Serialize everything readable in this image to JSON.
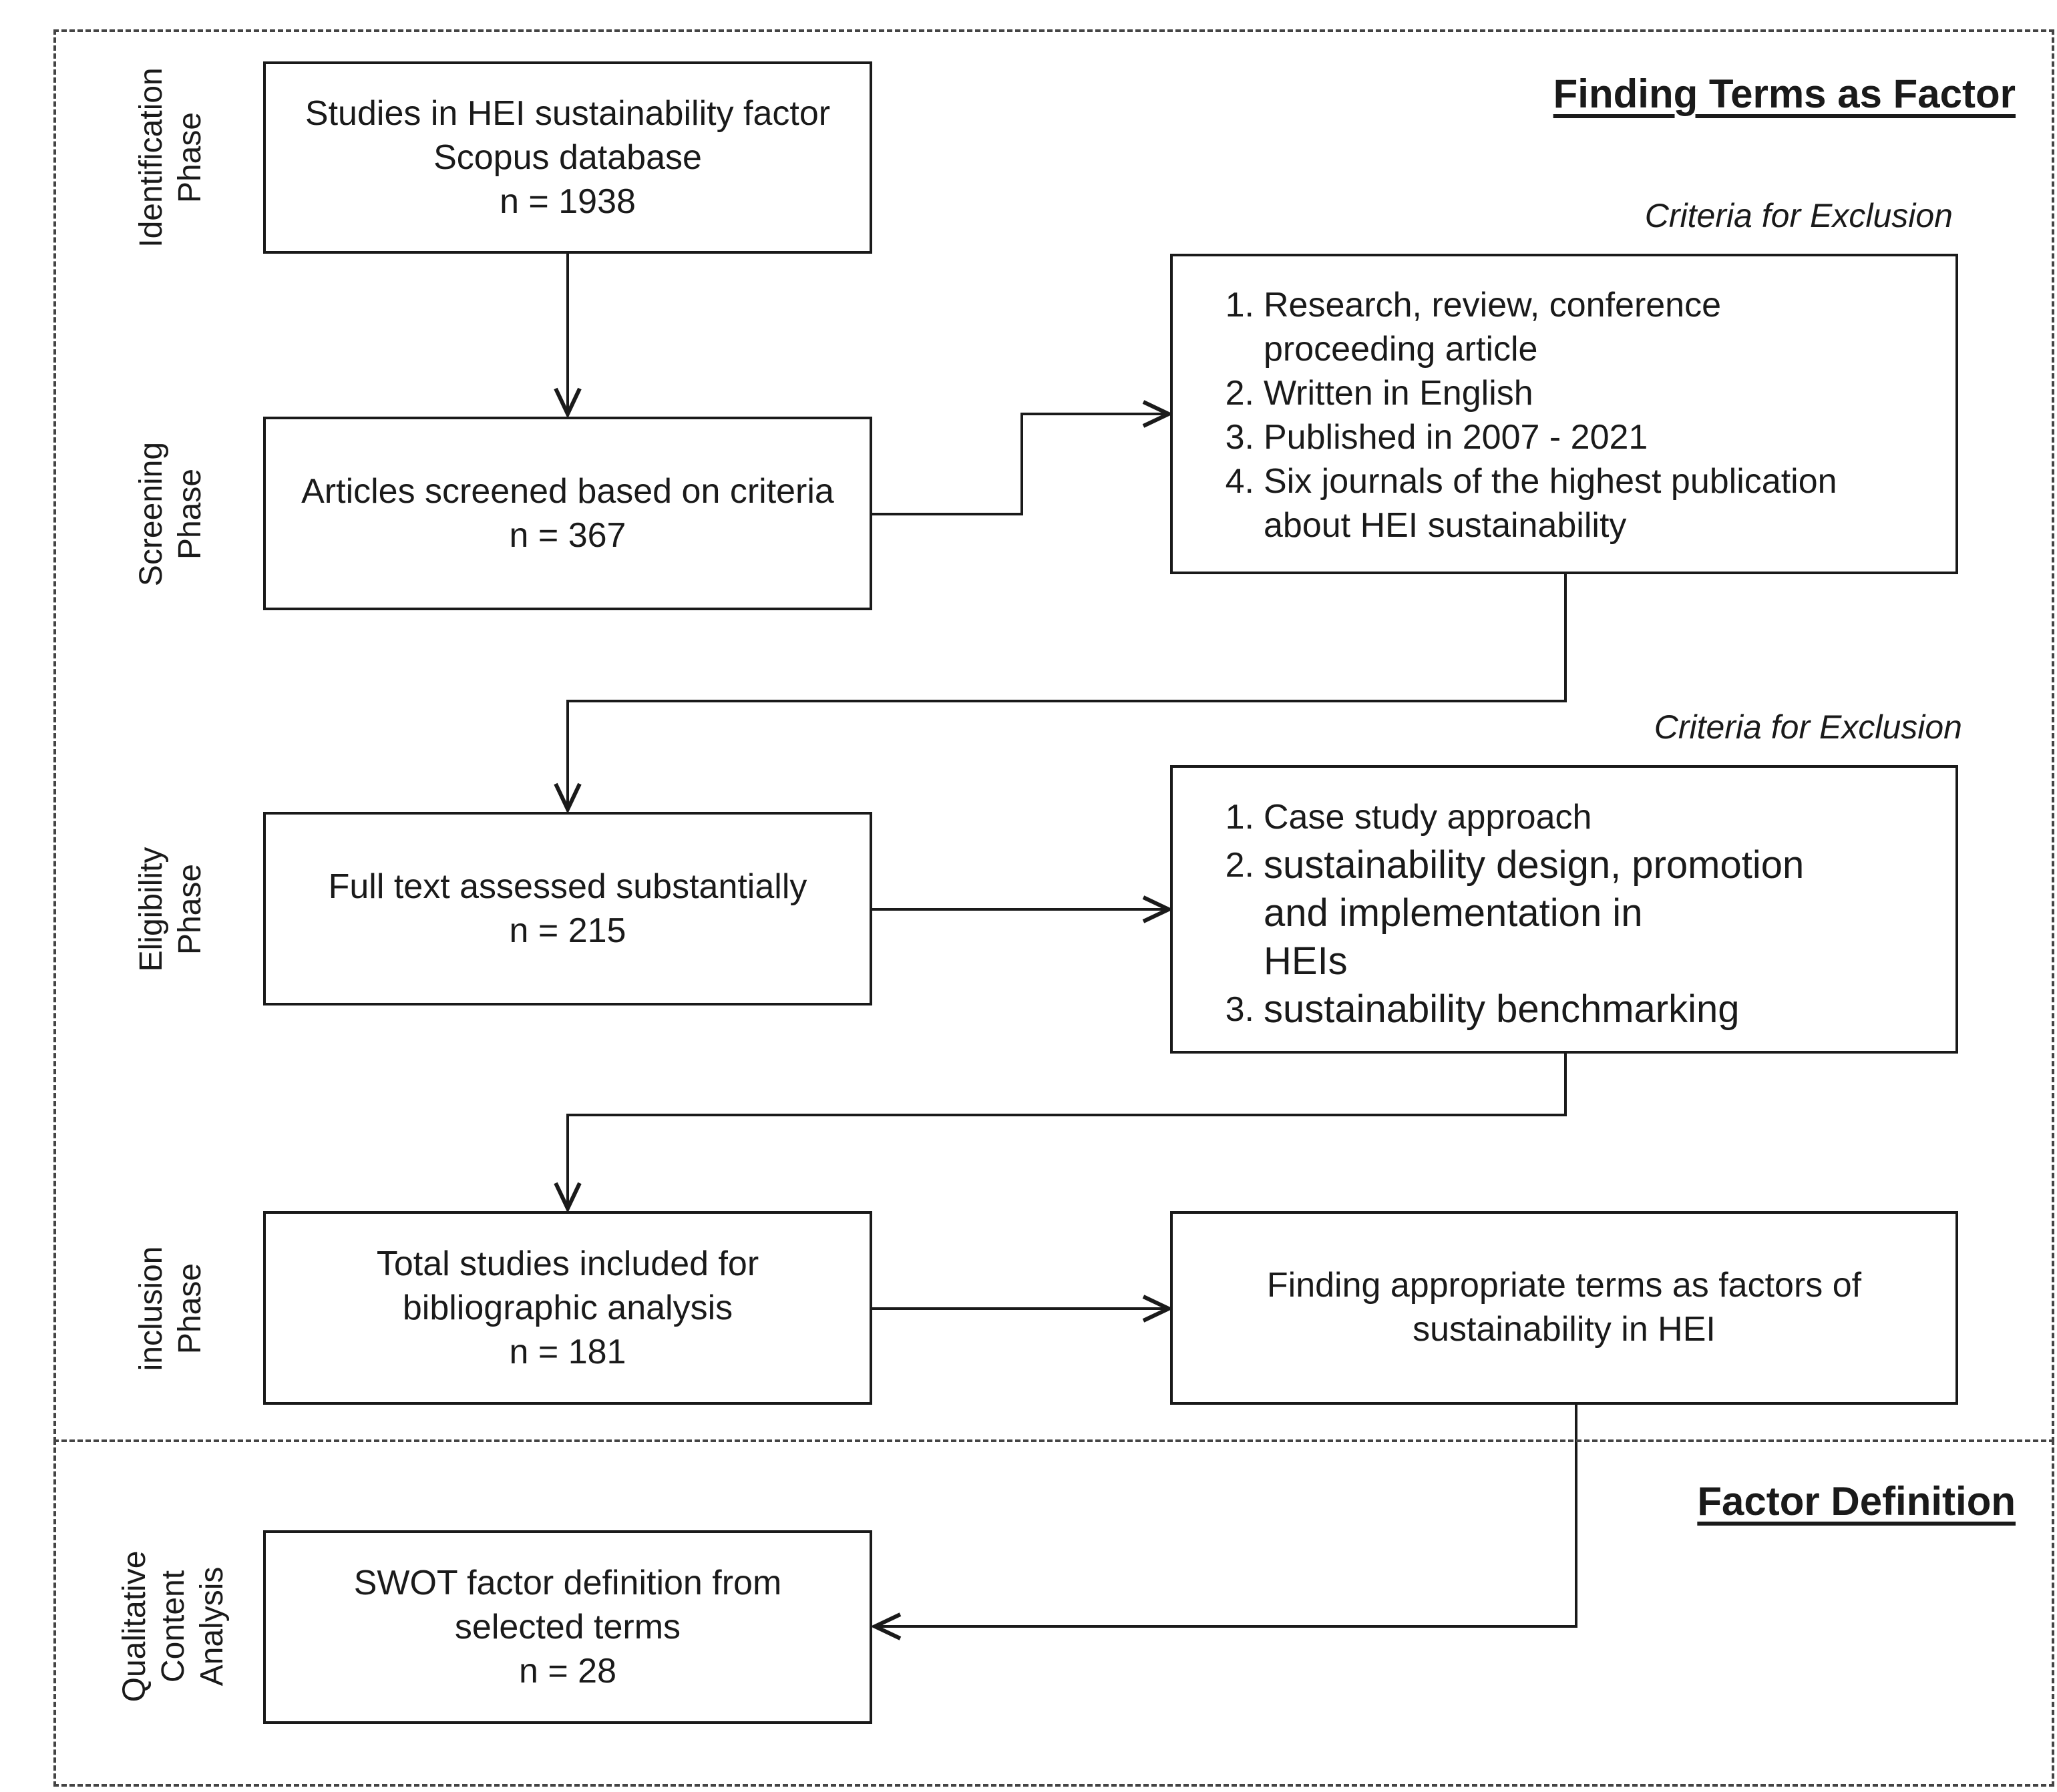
{
  "sections": {
    "finding_terms": {
      "title": "Finding Terms as Factor"
    },
    "factor_definition": {
      "title": "Factor Definition"
    }
  },
  "phases": [
    {
      "lines": [
        "Identification",
        "Phase"
      ]
    },
    {
      "lines": [
        "Screening",
        "Phase"
      ]
    },
    {
      "lines": [
        "Eligibility",
        "Phase"
      ]
    },
    {
      "lines": [
        "inclusion",
        "Phase"
      ]
    },
    {
      "lines": [
        "Qualitative",
        "Content",
        "Analysis"
      ]
    }
  ],
  "boxes": {
    "identification": {
      "lines": [
        "Studies in HEI sustainability factor",
        "Scopus database",
        "n =  1938"
      ]
    },
    "screening": {
      "lines": [
        "Articles screened based on criteria",
        "n = 367"
      ]
    },
    "eligibility": {
      "lines": [
        "Full text assessed substantially",
        "n = 215"
      ]
    },
    "inclusion": {
      "lines": [
        "Total studies included for",
        "bibliographic analysis",
        "n = 181"
      ]
    },
    "finding_terms": {
      "lines": [
        "Finding appropriate terms as factors of",
        "sustainability in HEI"
      ]
    },
    "swot": {
      "lines": [
        "SWOT factor definition from",
        "selected terms",
        "n = 28"
      ]
    }
  },
  "criteria": [
    {
      "label": "Criteria for Exclusion",
      "items": [
        {
          "num": "1.",
          "lines": [
            "Research, review, conference",
            "proceeding article"
          ]
        },
        {
          "num": "2.",
          "lines": [
            "Written in English"
          ]
        },
        {
          "num": "3.",
          "lines": [
            "Published in 2007 - 2021"
          ]
        },
        {
          "num": "4.",
          "lines": [
            "Six journals of the highest publication",
            "about HEI sustainability"
          ]
        }
      ]
    },
    {
      "label": "Criteria for Exclusion",
      "items": [
        {
          "num": "1.",
          "lines": [
            "Case study approach"
          ]
        },
        {
          "num": "2.",
          "lines": [
            "sustainability design, promotion",
            "and implementation in",
            "HEIs"
          ]
        },
        {
          "num": "3.",
          "lines": [
            "sustainability benchmarking"
          ]
        }
      ]
    }
  ]
}
